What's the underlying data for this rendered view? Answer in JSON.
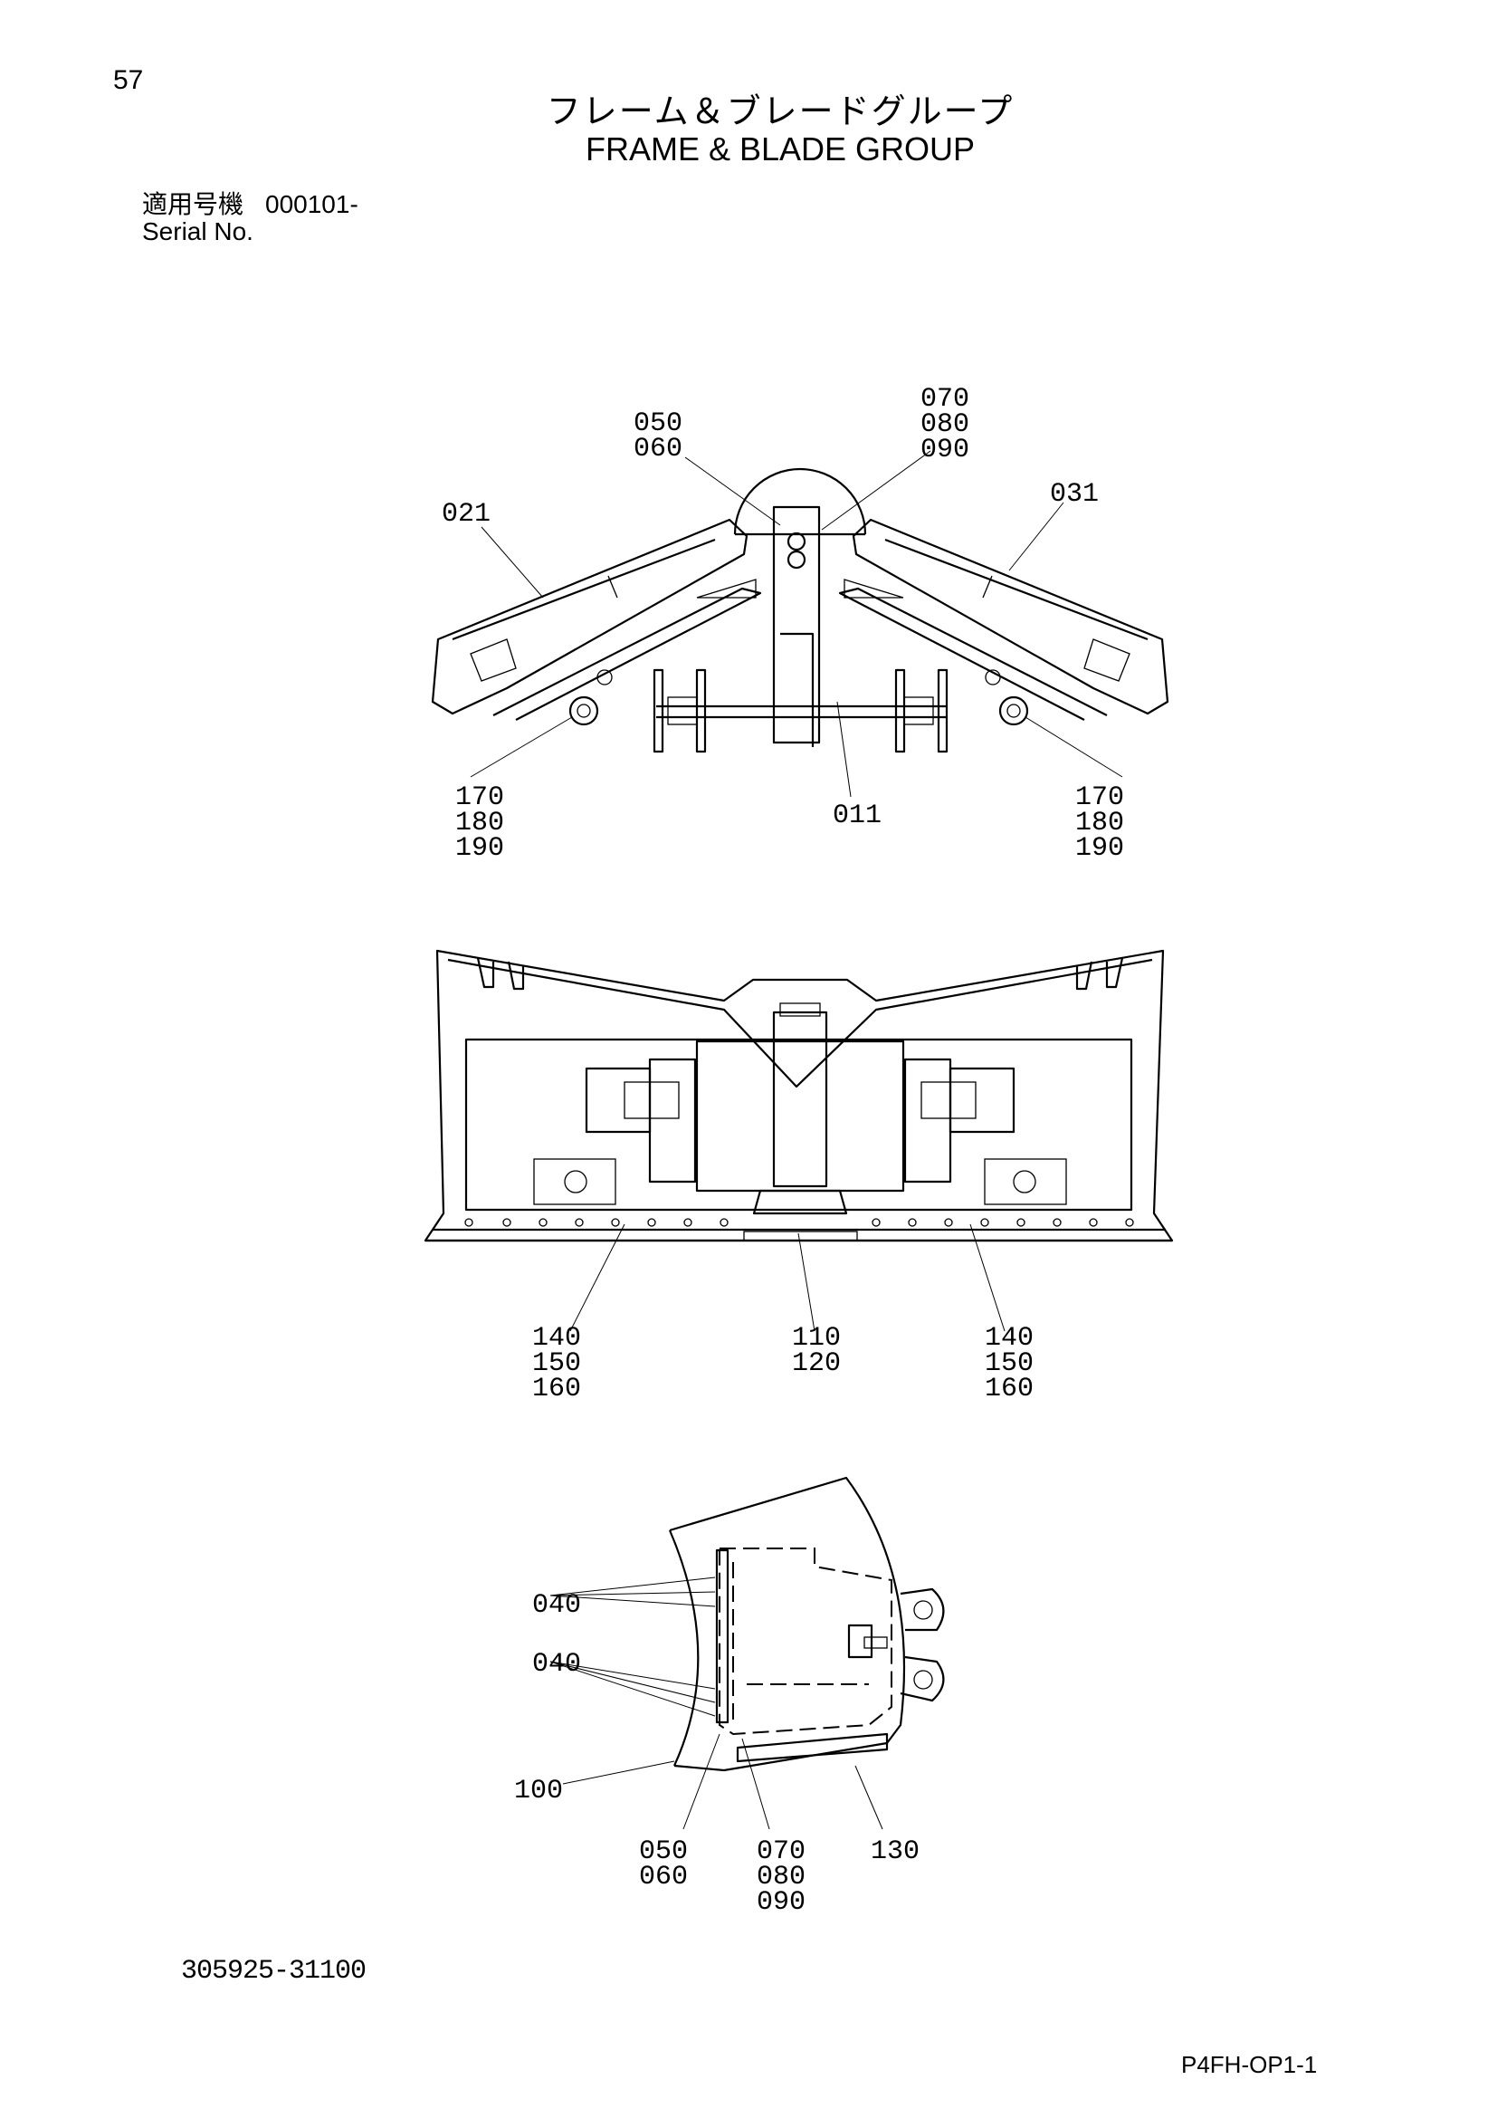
{
  "header": {
    "page_number": "57",
    "title_ja": "フレーム＆ブレードグループ",
    "title_en": "FRAME & BLADE GROUP",
    "serial_label_ja": "適用号機",
    "serial_value": "000101-",
    "serial_label_en": "Serial No."
  },
  "views": {
    "top": {
      "labels": {
        "a": "050",
        "b": "060",
        "c": "070",
        "d": "080",
        "e": "090",
        "f": "021",
        "g": "031",
        "h": "170",
        "i": "180",
        "j": "190",
        "k": "011",
        "l": "170",
        "m": "180",
        "n": "190"
      }
    },
    "front": {
      "labels": {
        "a": "140",
        "b": "150",
        "c": "160",
        "d": "110",
        "e": "120",
        "f": "140",
        "g": "150",
        "h": "160"
      }
    },
    "side": {
      "labels": {
        "a": "040",
        "b": "040",
        "c": "100",
        "d": "050",
        "e": "060",
        "f": "070",
        "g": "080",
        "h": "090",
        "i": "130"
      }
    }
  },
  "footer": {
    "document_number": "305925-31100",
    "page_code": "P4FH-OP1-1"
  }
}
